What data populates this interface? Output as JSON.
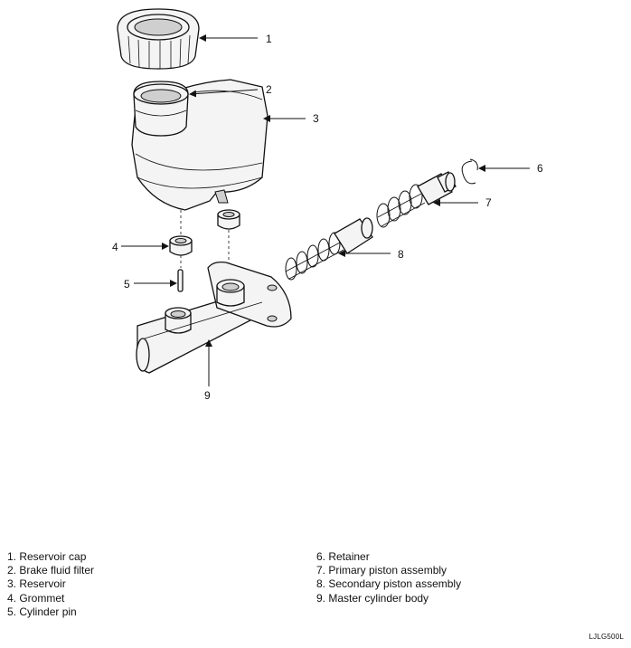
{
  "callouts": [
    "1",
    "2",
    "3",
    "4",
    "5",
    "6",
    "7",
    "8",
    "9"
  ],
  "legend_left": [
    "1. Reservoir cap",
    "2. Brake fluid filter",
    "3. Reservoir",
    "4. Grommet",
    "5. Cylinder pin"
  ],
  "legend_right": [
    "6. Retainer",
    "7. Primary piston assembly",
    "8. Secondary piston assembly",
    "9. Master cylinder body"
  ],
  "figure_code": "LJLG500L"
}
